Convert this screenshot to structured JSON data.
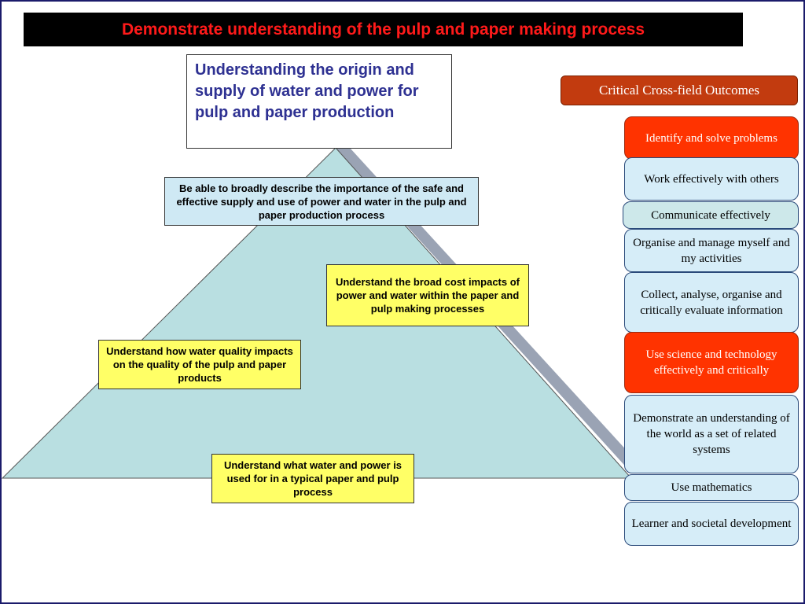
{
  "title": "Demonstrate understanding of the pulp and paper making process",
  "top_box": "Understanding the origin and supply of water and power for pulp and paper production",
  "pyramid_boxes": {
    "describe": "Be able to broadly describe the importance of the safe and effective supply and use of power and water in the pulp and paper production process",
    "cost": "Understand the broad cost impacts of power and water within the paper and pulp making processes",
    "quality": "Understand how water quality impacts on the quality of the pulp and paper products",
    "usage": "Understand what water and power is used for in a typical paper and pulp process"
  },
  "outcomes_header": "Critical Cross-field Outcomes",
  "outcomes": [
    "Identify and solve problems",
    "Work effectively with others",
    "Communicate effectively",
    "Organise and manage myself and my activities",
    "Collect, analyse, organise and critically evaluate information",
    "Use science and technology effectively and critically",
    "Demonstrate an understanding of the world as a set of related systems",
    "Use mathematics",
    "Learner and societal development"
  ],
  "colors": {
    "title_text": "#ff1a1a",
    "pyramid_fill": "#b9dfe1",
    "pyramid_shadow": "#9aa3b4",
    "highlight": "#ff3300",
    "header_fill": "#c23b0f",
    "box_yellow": "#ffff66"
  }
}
